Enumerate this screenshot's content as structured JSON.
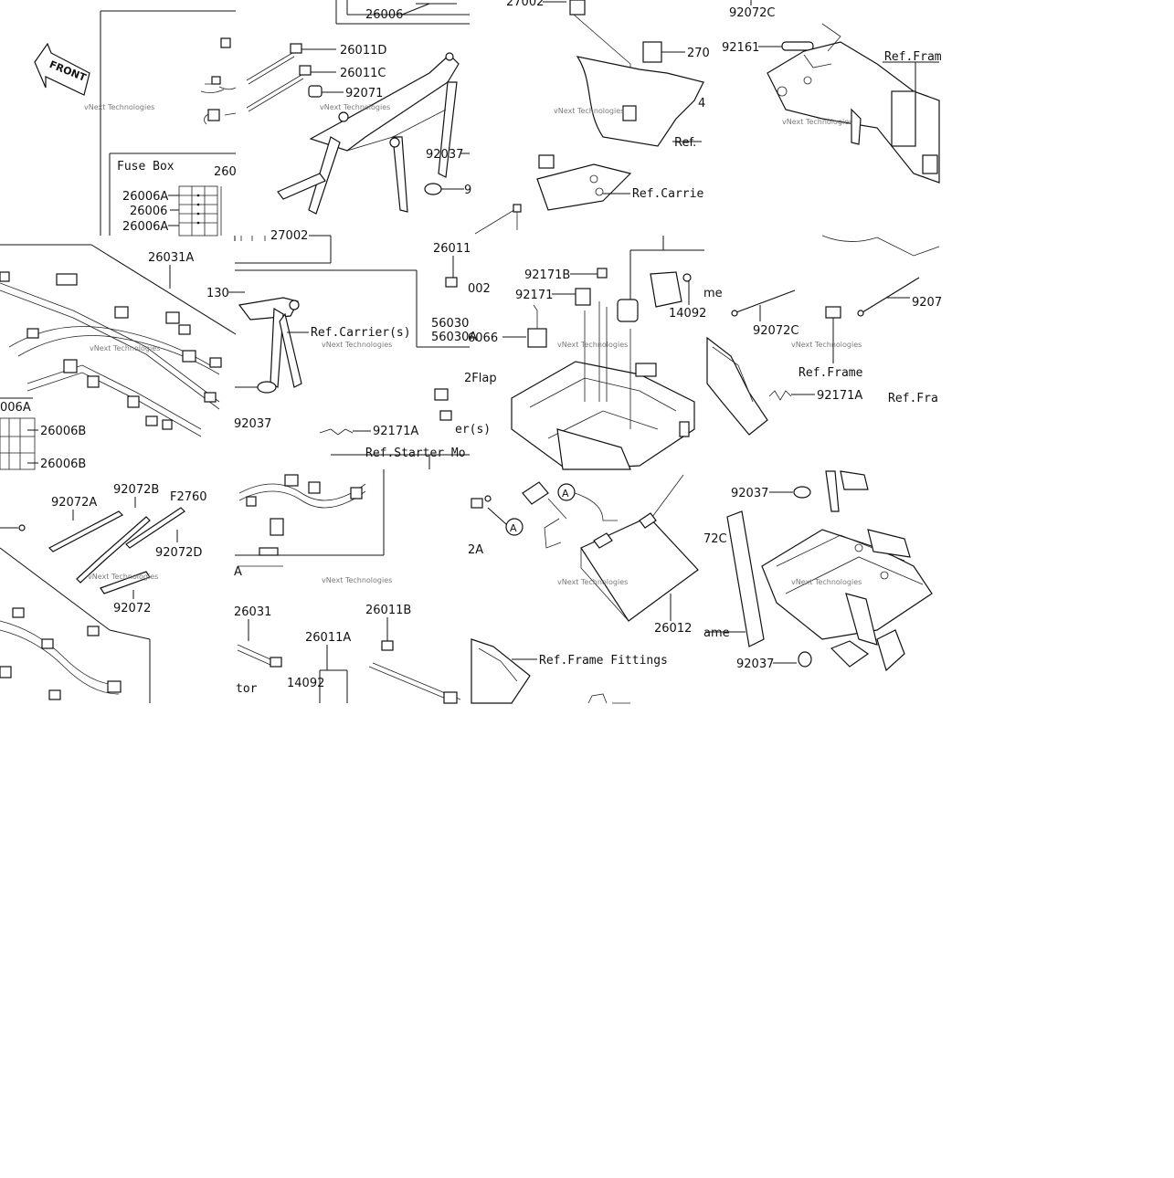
{
  "diagram": {
    "front_badge": "FRONT",
    "fuse_box_label": "Fuse Box",
    "watermark": "vNext Technologies",
    "callouts": {
      "t1_26006A_a": "26006A",
      "t1_26006": "26006",
      "t1_26006A_b": "26006A",
      "t1_260": "260",
      "t2_26006": "26006",
      "t2_26011D": "26011D",
      "t2_26011C": "26011C",
      "t2_92071": "92071",
      "t2_92037": "92037",
      "t2_9": "9",
      "t3_27002": "27002",
      "t3_270": "270",
      "t3_4": "4",
      "t3_ref": "Ref.",
      "t3_ref_carrie": "Ref.Carrie",
      "t4_92072C": "92072C",
      "t4_92161": "92161",
      "t4_ref_fram": "Ref.Fram",
      "t5_26031A": "26031A",
      "t5_006A": "006A",
      "t5_26006B_a": "26006B",
      "t5_26006B_b": "26006B",
      "t6_27002": "27002",
      "t6_130": "130",
      "t6_ref_carriers": "Ref.Carrier(s)",
      "t6_92037": "92037",
      "t6_92171A": "92171A",
      "t6_26011": "26011",
      "t6_002": "002",
      "t6_56030a": "56030",
      "t6_56030b": "56030A",
      "t6_2flap": "2Flap",
      "t6_ers": "er(s)",
      "t6_ref_starter": "Ref.Starter Mo",
      "t7_92171B": "92171B",
      "t7_92171": "92171",
      "t7_6066": "6066",
      "t7_14092": "14092",
      "t7_me": "me",
      "t8_92072C": "92072C",
      "t8_9207": "9207",
      "t8_ref_frame": "Ref.Frame",
      "t8_92171A": "92171A",
      "t8_ref_fra": "Ref.Fra",
      "t9_92072A": "92072A",
      "t9_92072B": "92072B",
      "t9_F2760": "F2760",
      "t9_92072D": "92072D",
      "t9_92072": "92072",
      "t10_26031": "26031",
      "t10_tor": "tor",
      "t10_26011B": "26011B",
      "t10_26011A": "26011A",
      "t10_14092": "14092",
      "t10_A": "A",
      "t11_A1": "A",
      "t11_A2": "A",
      "t11_2A": "2A",
      "t11_26012": "26012",
      "t11_ref_frame_fittings": "Ref.Frame Fittings",
      "t12_92037a": "92037",
      "t12_72C": "72C",
      "t12_ame": "ame",
      "t12_92037b": "92037"
    }
  }
}
